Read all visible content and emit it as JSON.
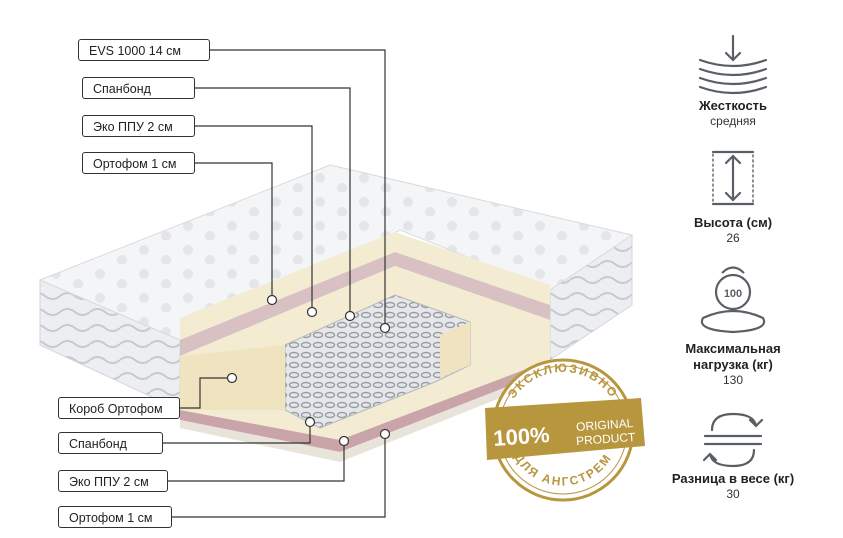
{
  "layers_top": [
    "EVS 1000 14 см",
    "Спанбонд",
    "Эко ППУ 2 см",
    "Ортофом 1 см"
  ],
  "layers_bottom": [
    "Короб Ортофом",
    "Спанбонд",
    "Эко ППУ 2 см",
    "Ортофом 1 см"
  ],
  "badge": {
    "arc_top": "ЭКСКЛЮЗИВНО",
    "percent": "100%",
    "line1": "ORIGINAL",
    "line2": "PRODUCT",
    "arc_bottom": "ДЛЯ АНГСТРЕМ"
  },
  "specs": [
    {
      "title": "Жесткость",
      "value": "средняя",
      "icon": "firmness-icon"
    },
    {
      "title": "Высота (см)",
      "value": "26",
      "icon": "height-icon"
    },
    {
      "title": "Максимальная нагрузка (кг)",
      "value": "130",
      "icon": "weight-load-icon",
      "icon_text": "100"
    },
    {
      "title": "Разница в весе (кг)",
      "value": "30",
      "icon": "weight-difference-icon"
    }
  ],
  "colors": {
    "badge_gold": "#b8963e",
    "mattress_cream": "#f3ecd3",
    "layer_pink": "#c9a4a8",
    "icon_gray": "#5a5f66"
  }
}
